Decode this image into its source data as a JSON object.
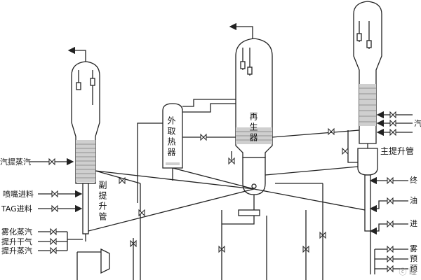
{
  "vessels": {
    "secondary_riser": "副提升管",
    "external_heater": "外取热器",
    "regenerator": "再生器",
    "main_riser": "主提升管"
  },
  "left_streams": [
    "汽提蒸汽",
    "喷嘴进料",
    "TAG进料",
    "雾化蒸汽",
    "提升干气",
    "提升蒸汽"
  ],
  "right_streams": [
    "汽",
    "终",
    "油",
    "进",
    "雾",
    "预",
    "预"
  ],
  "watermark": "ⓒ 瞳"
}
